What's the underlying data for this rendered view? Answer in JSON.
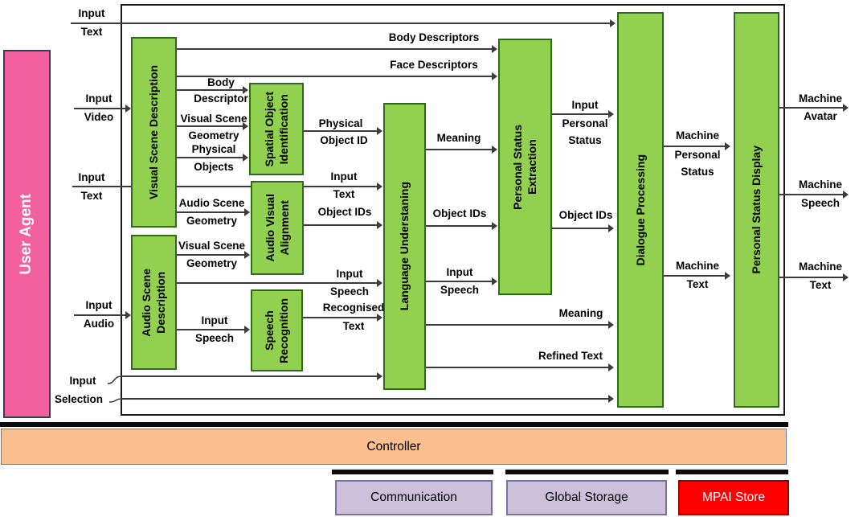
{
  "user_agent": {
    "label": "User Agent"
  },
  "modules": {
    "vsd": "Visual Scene Description",
    "asd": "Audio Scene\nDescription",
    "soi": "Spatial Object\nIdentification",
    "ava": "Audio Visual\nAlignment",
    "sr": "Speech\nRecognition",
    "lu": "Language Understaning",
    "pse": "Personal Status\nExtraction",
    "dp": "Dialogue Processing",
    "psd": "Personal Status Display"
  },
  "labels": {
    "input": "Input",
    "text": "Text",
    "video": "Video",
    "audio": "Audio",
    "selection": "Selection",
    "body_descriptors": "Body Descriptors",
    "face_descriptors": "Face Descriptors",
    "body": "Body",
    "descriptor": "Descriptor",
    "visual_scene": "Visual Scene",
    "geometry": "Geometry",
    "physical": "Physical",
    "objects": "Objects",
    "audio_scene": "Audio Scene",
    "speech": "Speech",
    "recognised": "Recognised",
    "object_id": "Object ID",
    "object_ids": "Object IDs",
    "meaning": "Meaning",
    "refined_text": "Refined Text",
    "personal": "Personal",
    "status": "Status",
    "machine": "Machine",
    "avatar": "Avatar"
  },
  "infrastructure": {
    "controller": "Controller",
    "communication": "Communication",
    "global_storage": "Global Storage",
    "mpai_store": "MPAI Store"
  },
  "colors": {
    "module_green": "#92d050",
    "user_agent_pink": "#f2609e",
    "controller_orange": "#fabf8f",
    "infra_purple": "#ccc0da",
    "store_red": "#ff0000",
    "connector": "#3c3c3c"
  }
}
